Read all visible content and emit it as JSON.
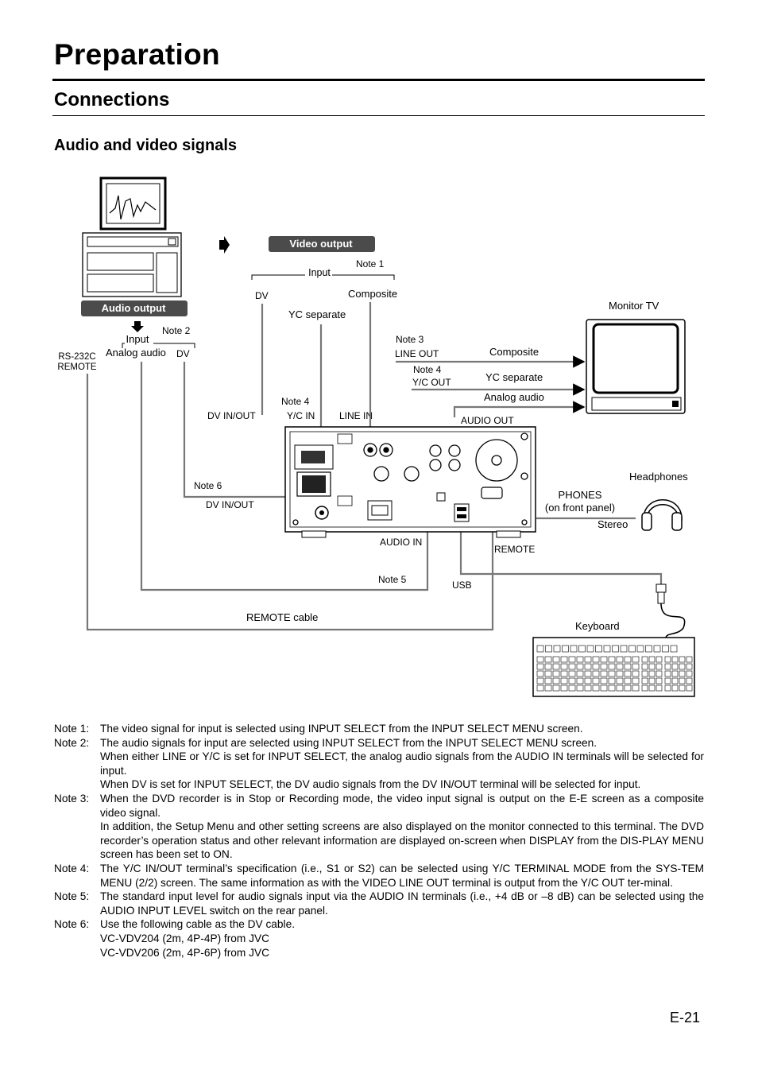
{
  "page": {
    "title": "Preparation",
    "section": "Connections",
    "subsection": "Audio and video signals",
    "page_number": "E-21"
  },
  "diagram": {
    "labels": {
      "video_output": "Video output",
      "audio_output": "Audio output",
      "note1": "Note 1",
      "input_video": "Input",
      "dv_top": "DV",
      "composite_top": "Composite",
      "yc_separate_top": "YC separate",
      "note2": "Note 2",
      "input_audio": "Input",
      "analog_audio_left": "Analog audio",
      "dv_left": "DV",
      "rs232c": "RS-232C",
      "remote_left": "REMOTE",
      "monitor_tv": "Monitor TV",
      "note3": "Note 3",
      "line_out": "LINE OUT",
      "note4a": "Note 4",
      "yc_out": "Y/C OUT",
      "composite_right": "Composite",
      "yc_separate_right": "YC separate",
      "analog_audio_right": "Analog audio",
      "audio_out": "AUDIO OUT",
      "note4b": "Note 4",
      "dv_inout_top": "DV IN/OUT",
      "yc_in": "Y/C IN",
      "line_in": "LINE IN",
      "note6": "Note 6",
      "dv_inout_bottom": "DV IN/OUT",
      "headphones": "Headphones",
      "phones": "PHONES",
      "on_front_panel": "(on front panel)",
      "stereo": "Stereo",
      "audio_in": "AUDIO IN",
      "remote_right": "REMOTE",
      "note5": "Note 5",
      "usb": "USB",
      "remote_cable": "REMOTE cable",
      "keyboard": "Keyboard"
    }
  },
  "notes": [
    {
      "label": "Note 1:",
      "paras": [
        "The video signal for input is selected using INPUT SELECT from the INPUT SELECT MENU screen."
      ]
    },
    {
      "label": "Note 2:",
      "paras": [
        "The audio signals for input are selected using INPUT SELECT from the INPUT SELECT MENU screen.",
        "When either LINE or Y/C is set for INPUT SELECT, the analog audio signals from the AUDIO IN terminals will be selected for input.",
        "When DV is set for INPUT SELECT, the DV audio signals from the DV IN/OUT terminal will be selected for input."
      ]
    },
    {
      "label": "Note 3:",
      "paras": [
        "When the DVD recorder is in Stop or Recording mode, the video input signal is output on the E-E screen as a composite video signal.",
        "In addition, the Setup Menu and other setting screens are also displayed on the monitor connected to this terminal. The DVD recorder’s operation status and other relevant information are displayed on-screen when DISPLAY from the DIS-PLAY MENU screen has been set to ON."
      ]
    },
    {
      "label": "Note 4:",
      "paras": [
        "The Y/C IN/OUT terminal’s specification (i.e., S1 or S2) can be selected using Y/C TERMINAL MODE from the SYS-TEM MENU (2/2) screen. The same information as with the VIDEO LINE OUT terminal is output from the Y/C OUT ter-minal."
      ]
    },
    {
      "label": "Note 5:",
      "paras": [
        "The standard input level for audio signals input via the AUDIO IN terminals (i.e., +4 dB or –8 dB) can be selected using the AUDIO INPUT LEVEL switch on the rear panel."
      ]
    },
    {
      "label": "Note 6:",
      "paras": [
        "Use the following cable as the DV cable.",
        "VC-VDV204 (2m, 4P-4P) from JVC",
        "VC-VDV206 (2m, 4P-6P) from JVC"
      ]
    }
  ]
}
